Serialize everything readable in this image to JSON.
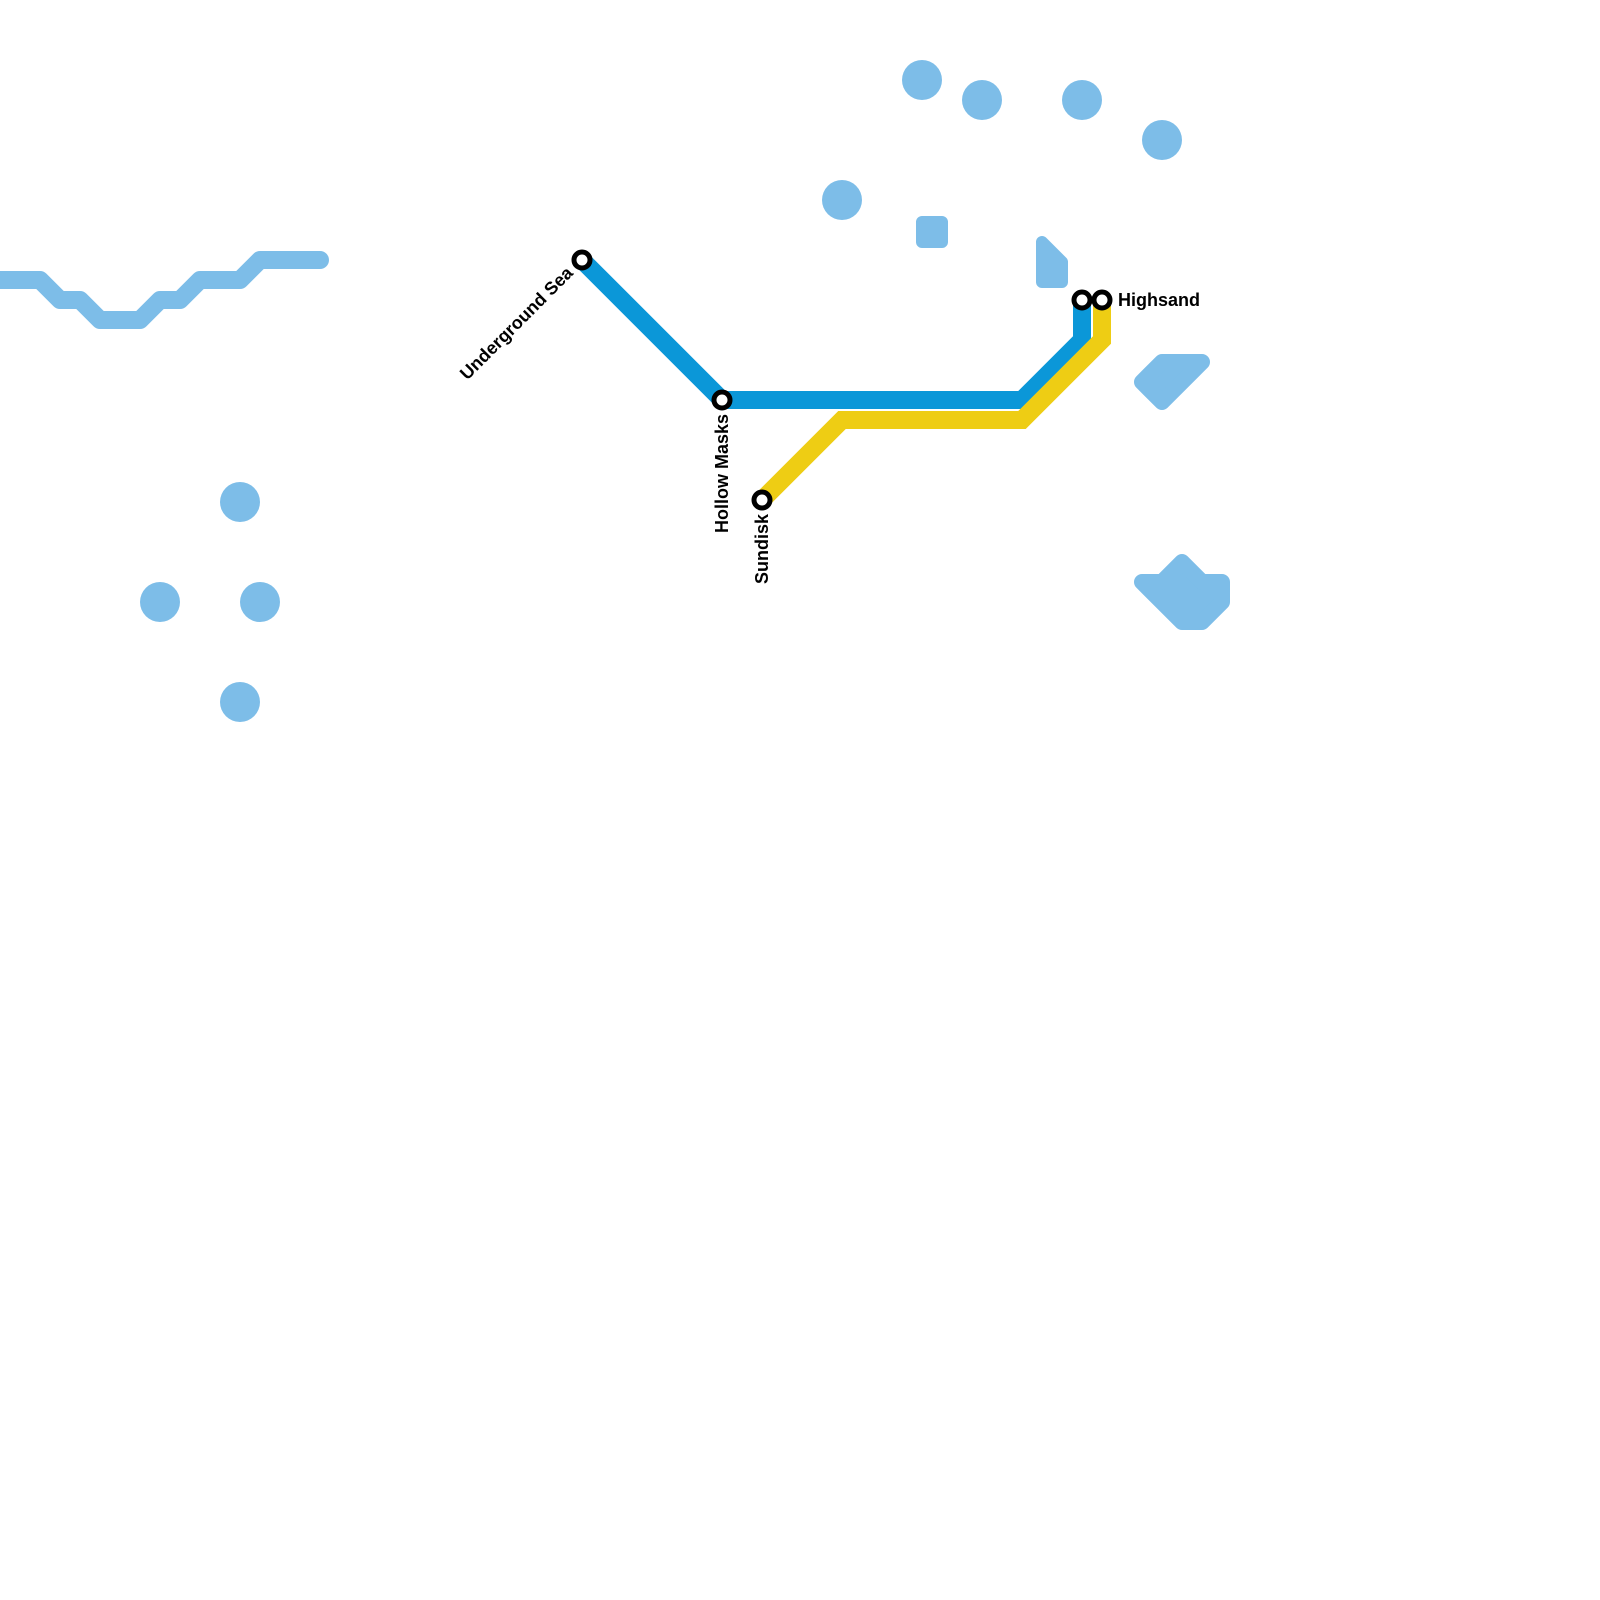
{
  "map": {
    "colors": {
      "background": "#ffffff",
      "water": "#7dbde8",
      "blue_line": "#0b97d8",
      "yellow_line": "#eecd14",
      "station_stroke": "#000000",
      "station_fill": "#ffffff"
    },
    "lines": [
      {
        "id": "blue",
        "color": "#0b97d8"
      },
      {
        "id": "yellow",
        "color": "#eecd14"
      }
    ],
    "stations": [
      {
        "id": "underground-sea",
        "label": "Underground Sea"
      },
      {
        "id": "hollow-masks",
        "label": "Hollow Masks"
      },
      {
        "id": "sundisk",
        "label": "Sundisk"
      },
      {
        "id": "highsand",
        "label": "Highsand"
      }
    ]
  }
}
